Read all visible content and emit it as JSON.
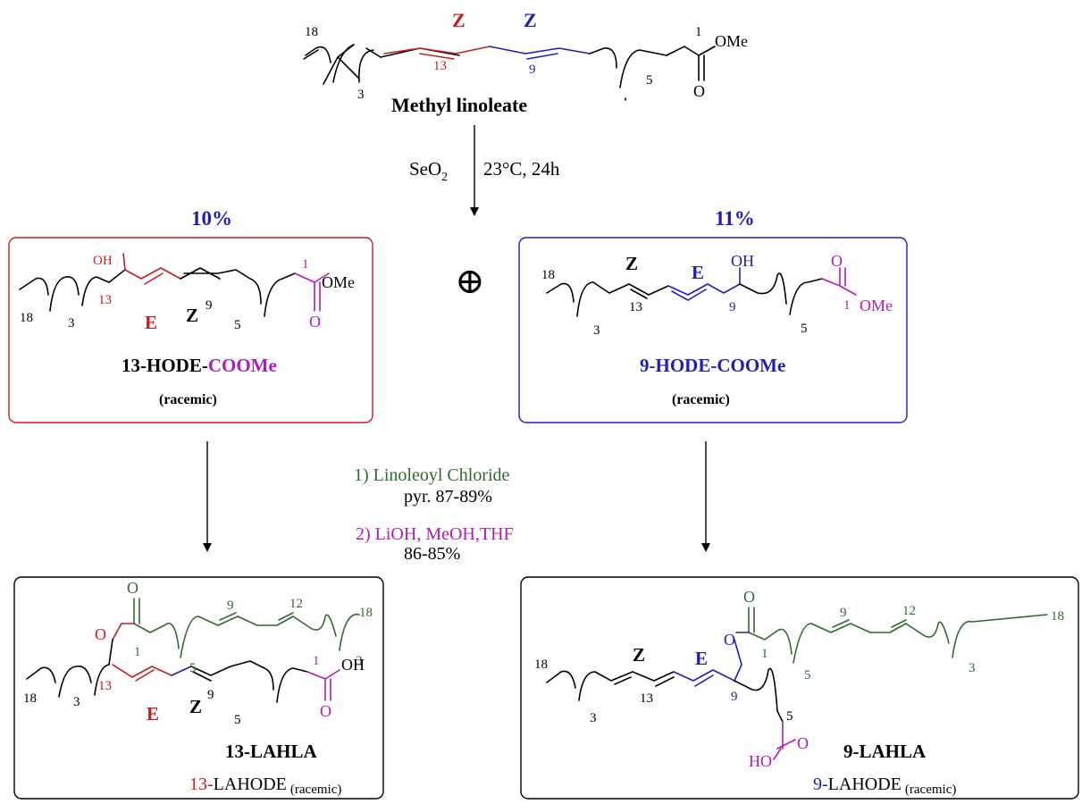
{
  "colors": {
    "red": "#c41e1e",
    "blue": "#2020b0",
    "magenta": "#b01cb8",
    "green": "#2e6b2e",
    "black": "#000000"
  },
  "start": {
    "name": "Methyl linoleate",
    "ester": "OMe",
    "oxygen": "O",
    "c1": "1",
    "c9": "9",
    "c13": "13",
    "c18": "18",
    "sub3": "3",
    "sub5": "5",
    "z_left": "Z",
    "z_right": "Z"
  },
  "step1": {
    "reagent": "SeO",
    "reagent_sub": "2",
    "conditions": "23°C, 24h"
  },
  "plus": "⊕",
  "hode13": {
    "yield": "10%",
    "name_part1": "13-HODE-",
    "name_part2": "COOMe",
    "note": "(racemic)",
    "oh": "OH",
    "ester": "OMe",
    "oxygen": "O",
    "c1": "1",
    "c9": "9",
    "c13": "13",
    "c18": "18",
    "sub3": "3",
    "sub5": "5",
    "e": "E",
    "z": "Z"
  },
  "hode9": {
    "yield": "11%",
    "name": "9-HODE-COOMe",
    "note": "(racemic)",
    "oh": "OH",
    "ester": "OMe",
    "oxygen": "O",
    "c1": "1",
    "c9": "9",
    "c13": "13",
    "c18": "18",
    "sub3": "3",
    "sub5": "5",
    "e": "E",
    "z": "Z"
  },
  "step2": {
    "line1": "1) Linoleoyl Chloride",
    "line2": "pyr.  87-89%",
    "line3": "2) LiOH, MeOH,THF",
    "line4": "86-85%"
  },
  "lahla13": {
    "name": "13-LAHLA",
    "alt_prefix": "13-",
    "alt_name": "LAHODE",
    "alt_note": "(racemic)",
    "oxygen": "O",
    "acid": "OH",
    "c1a": "1",
    "c1b": "1",
    "c9a": "9",
    "c9b": "9",
    "c12": "12",
    "c13": "13",
    "c18a": "18",
    "c18b": "18",
    "sub3a": "3",
    "sub3b": "3",
    "sub5a": "5",
    "sub5b": "5",
    "e": "E",
    "z": "Z"
  },
  "lahla9": {
    "name": "9-LAHLA",
    "alt_prefix": "9-",
    "alt_name": "LAHODE",
    "alt_note": "(racemic)",
    "oxygen": "O",
    "acid": "HO",
    "c1": "1",
    "c9a": "9",
    "c9b": "9",
    "c12": "12",
    "c13": "13",
    "c18a": "18",
    "c18b": "18",
    "sub3a": "3",
    "sub3b": "3",
    "sub5a": "5",
    "sub5b": "5",
    "e": "E",
    "z": "Z"
  }
}
